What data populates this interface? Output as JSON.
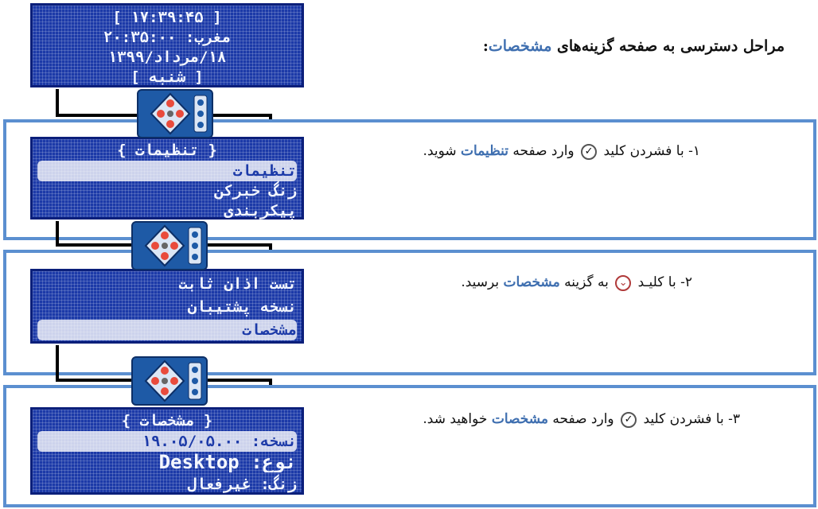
{
  "title": {
    "prefix": "مراحل دسترسی به صفحه گزینه‌های ",
    "highlight": "مشخصات",
    "suffix": ":"
  },
  "steps": [
    {
      "number": "۱-",
      "before": "با فشردن کلید",
      "middle": "وارد صفحه",
      "highlight": "تنظیمات",
      "after": "شوید."
    },
    {
      "number": "۲-",
      "before": "با کلیـد",
      "middle": "به گزینه",
      "highlight": "مشخصات",
      "after": "برسید."
    },
    {
      "number": "۳-",
      "before": "با فشردن کلید",
      "middle": "وارد صفحه",
      "highlight": "مشخصات",
      "after": "خواهید شد."
    }
  ],
  "screens": {
    "home": [
      "[ ۱۷:۳۹:۴۵ ]",
      "مغرب: ۲۰:۳۵:۰۰",
      "۱۸/مرداد/۱۳۹۹",
      "[ شنبه ]"
    ],
    "settings": [
      "{ تنظیمات }",
      "تنظیمات",
      "زنگ خبرکن",
      "پیکربندی"
    ],
    "list": [
      "تست اذان ثابت",
      "نسخه پشتیبان",
      "مشخصات"
    ],
    "specs": [
      "{ مشخصات }",
      "نسخه: ۱۹.۰۵/۰۵.۰۰",
      "نوع: Desktop",
      "زنگ: غیرفعال"
    ]
  },
  "icons": {
    "confirm_key": "check-icon",
    "down_key": "chevron-down-icon",
    "remote": "remote-control-icon"
  },
  "colors": {
    "frame": "#5b8fd0",
    "lcd_bg": "#1c3aa8",
    "highlight_text": "#3f6fb0"
  }
}
